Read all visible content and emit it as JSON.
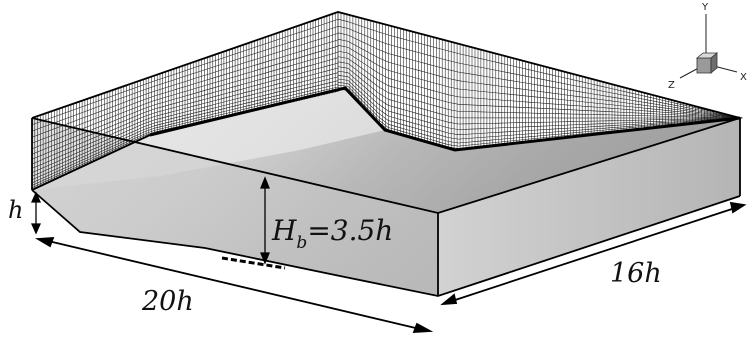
{
  "labels": {
    "inlet_height": "h",
    "bay_depth_main": "H",
    "bay_depth_sub": "b",
    "bay_depth_value": "=3.5h",
    "length": "20h",
    "width": "16h"
  },
  "triad": {
    "y": "Y",
    "z": "Z",
    "x": "X"
  },
  "colors": {
    "mesh_line": "#1a1a1a",
    "surface_light": "#dedede",
    "surface_dark": "#a9a9a9",
    "side_wall": "#c3c3c3",
    "edge": "#000000"
  }
}
